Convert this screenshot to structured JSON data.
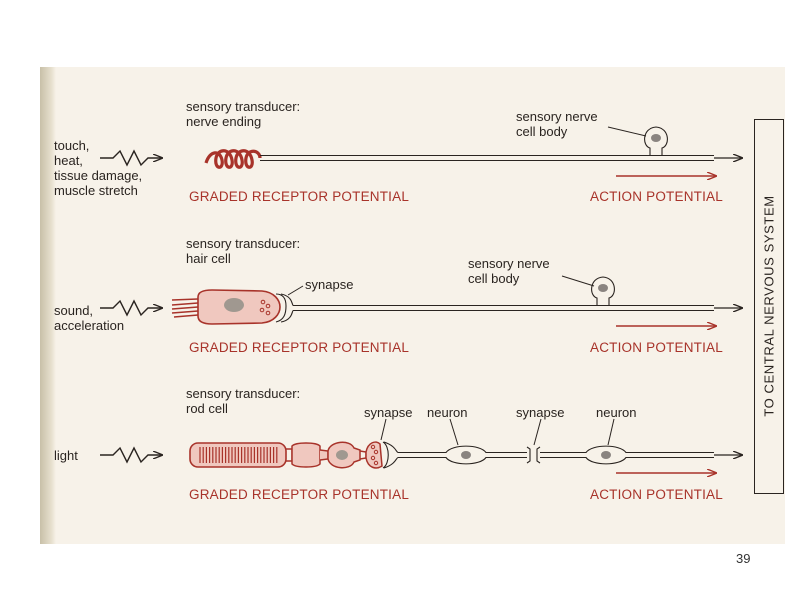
{
  "rows": [
    {
      "stimulus": "touch,\nheat,\ntissue damage,\nmuscle stretch",
      "transducer": "sensory transducer:\nnerve ending",
      "cell_body_label": "sensory nerve\ncell body",
      "graded": "GRADED RECEPTOR POTENTIAL",
      "action": "ACTION POTENTIAL"
    },
    {
      "stimulus": "sound,\nacceleration",
      "transducer": "sensory transducer:\nhair cell",
      "synapse": "synapse",
      "cell_body_label": "sensory nerve\ncell body",
      "graded": "GRADED RECEPTOR POTENTIAL",
      "action": "ACTION POTENTIAL"
    },
    {
      "stimulus": "light",
      "transducer": "sensory transducer:\nrod cell",
      "synapse_1": "synapse",
      "neuron_1": "neuron",
      "synapse_2": "synapse",
      "neuron_2": "neuron",
      "graded": "GRADED RECEPTOR POTENTIAL",
      "action": "ACTION POTENTIAL"
    }
  ],
  "system_label": "TO CENTRAL NERVOUS SYSTEM",
  "page_number": "39",
  "colors": {
    "ink": "#2a2420",
    "red": "#a8332a",
    "fill": "#f0c8bf",
    "paper": "#f7f2e9"
  }
}
